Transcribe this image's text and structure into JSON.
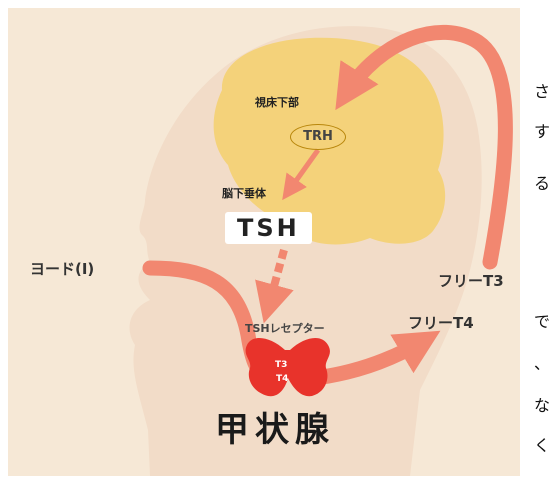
{
  "labels": {
    "hypothalamus": "視床下部",
    "trh": "TRH",
    "pituitary": "脳下垂体",
    "tsh": "TSH",
    "iodine": "ヨード(I)",
    "free_t3": "フリーT3",
    "free_t4": "フリーT4",
    "tsh_receptor": "TSHレセプター",
    "t3": "T3",
    "t4": "T4",
    "thyroid": "甲状腺"
  },
  "edge_text": {
    "right_column": [
      "さ",
      "す",
      "る",
      "で",
      "、",
      "な",
      "く"
    ]
  },
  "colors": {
    "background": "#f6e8d6",
    "head": "#f2dcc8",
    "brain": "#f4d27a",
    "arrow": "#f28770",
    "thyroid": "#e8332b"
  }
}
